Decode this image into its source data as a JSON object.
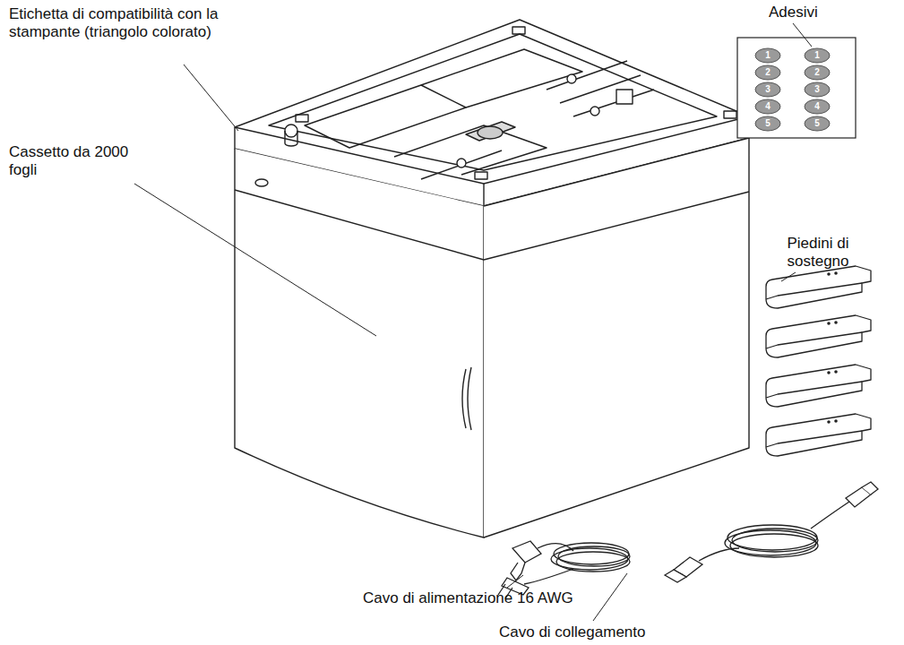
{
  "diagram": {
    "labels": [
      "Etichetta di compatibilità con la stampante (triangolo colorato)",
      "Adesivi",
      "1",
      "1",
      "2",
      "2",
      "3",
      "3",
      "4",
      "4",
      "5",
      "5",
      "Cassetto da 2000 fogli",
      "Piedini di sostegno",
      "Cavo di alimentazione 16 AWG",
      "Cavo di collegamento"
    ]
  }
}
